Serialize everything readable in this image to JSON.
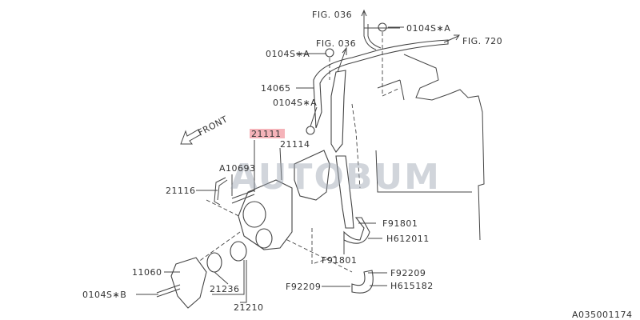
{
  "diagram": {
    "watermark": "AUTOBUM",
    "front_label": "FRONT",
    "diagram_code": "A035001174",
    "highlighted_part": "21111",
    "labels": {
      "fig036_top": "FIG. 036",
      "bolt_a_top": "0104S∗A",
      "fig720": "FIG. 720",
      "fig036_mid": "FIG. 036",
      "bolt_a_left": "0104S∗A",
      "pipe_14065": "14065",
      "bolt_a_mid": "0104S∗A",
      "pump_21111": "21111",
      "gasket_21114": "21114",
      "a10693": "A10693",
      "bracket_21116": "21116",
      "clamp_f91801_a": "F91801",
      "hose_h612011": "H612011",
      "clamp_f91801_b": "F91801",
      "clamp_f92209_a": "F92209",
      "hose_h615182": "H615182",
      "clamp_f92209_b": "F92209",
      "cover_11060": "11060",
      "gasket_21236": "21236",
      "bolt_b": "0104S∗B",
      "thermostat_21210": "21210"
    },
    "colors": {
      "highlight": "#f3a0a8",
      "line": "#444444"
    }
  }
}
